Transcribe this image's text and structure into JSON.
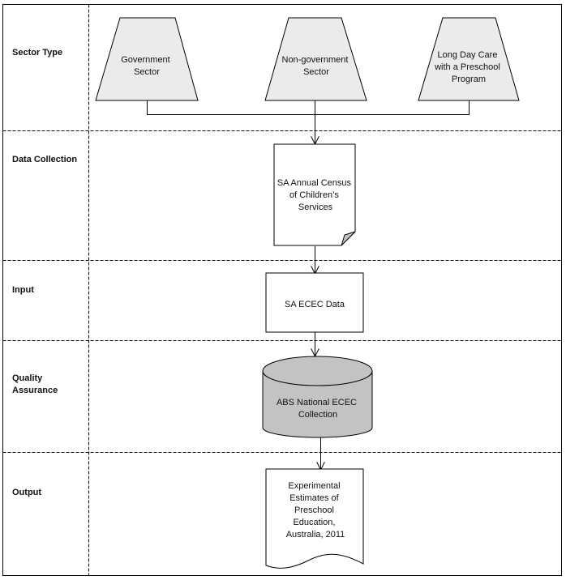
{
  "lanes": [
    {
      "label": [
        "Sector Type"
      ]
    },
    {
      "label": [
        "Data Collection"
      ]
    },
    {
      "label": [
        "Input"
      ]
    },
    {
      "label": [
        "Quality",
        "Assurance"
      ]
    },
    {
      "label": [
        "Output"
      ]
    }
  ],
  "nodes": {
    "government": [
      "Government",
      "Sector"
    ],
    "nongovernment": [
      "Non-government",
      "Sector"
    ],
    "longdaycare": [
      "Long Day Care",
      "with a Preschool",
      "Program"
    ],
    "census": [
      "SA Annual Census",
      "of Children’s",
      "Services"
    ],
    "ecec_data": [
      "SA ECEC Data"
    ],
    "abs_collection": [
      "ABS National ECEC",
      "Collection"
    ],
    "estimates": [
      "Experimental",
      "Estimates of",
      "Preschool",
      "Education,",
      "Australia, 2011"
    ]
  },
  "colors": {
    "shape_fill_light": "#ebebeb",
    "cylinder_fill": "#c3c3c3",
    "line": "#000000"
  }
}
